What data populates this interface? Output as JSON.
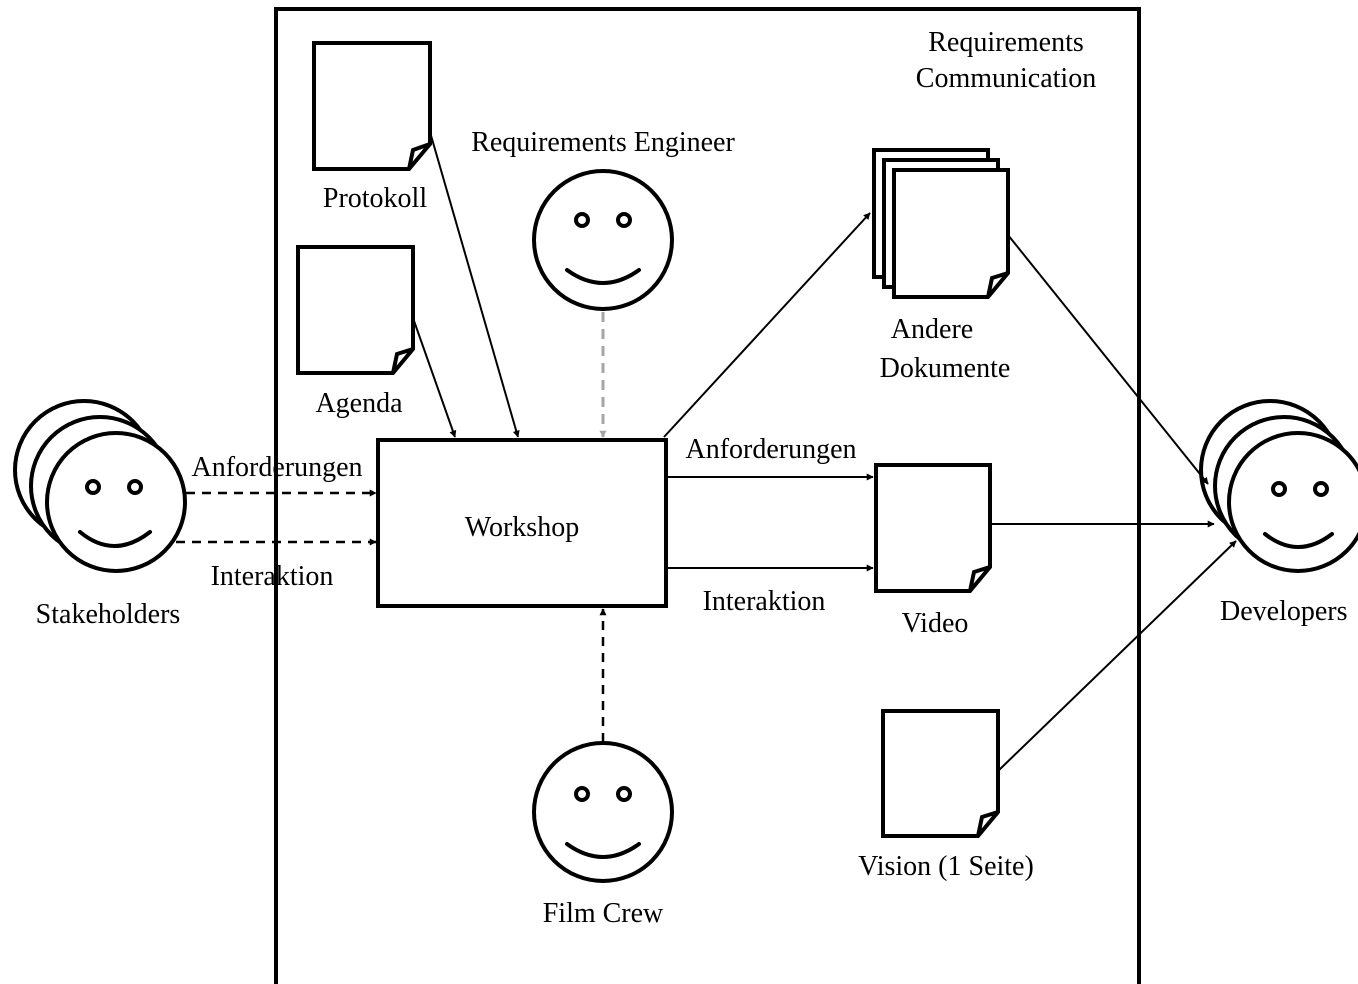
{
  "diagram": {
    "container_label_line1": "Requirements",
    "container_label_line2": "Communication",
    "workshop_label": "Workshop",
    "requirements_engineer_label": "Requirements Engineer",
    "film_crew_label": "Film Crew",
    "stakeholders_label": "Stakeholders",
    "developers_label": "Developers",
    "protokoll_label": "Protokoll",
    "agenda_label": "Agenda",
    "andere_line1": "Andere",
    "andere_line2": "Dokumente",
    "video_label": "Video",
    "vision_label": "Vision (1 Seite)",
    "left_anforderungen": "Anforderungen",
    "left_interaktion": "Interaktion",
    "right_anforderungen": "Anforderungen",
    "right_interaktion": "Interaktion"
  }
}
